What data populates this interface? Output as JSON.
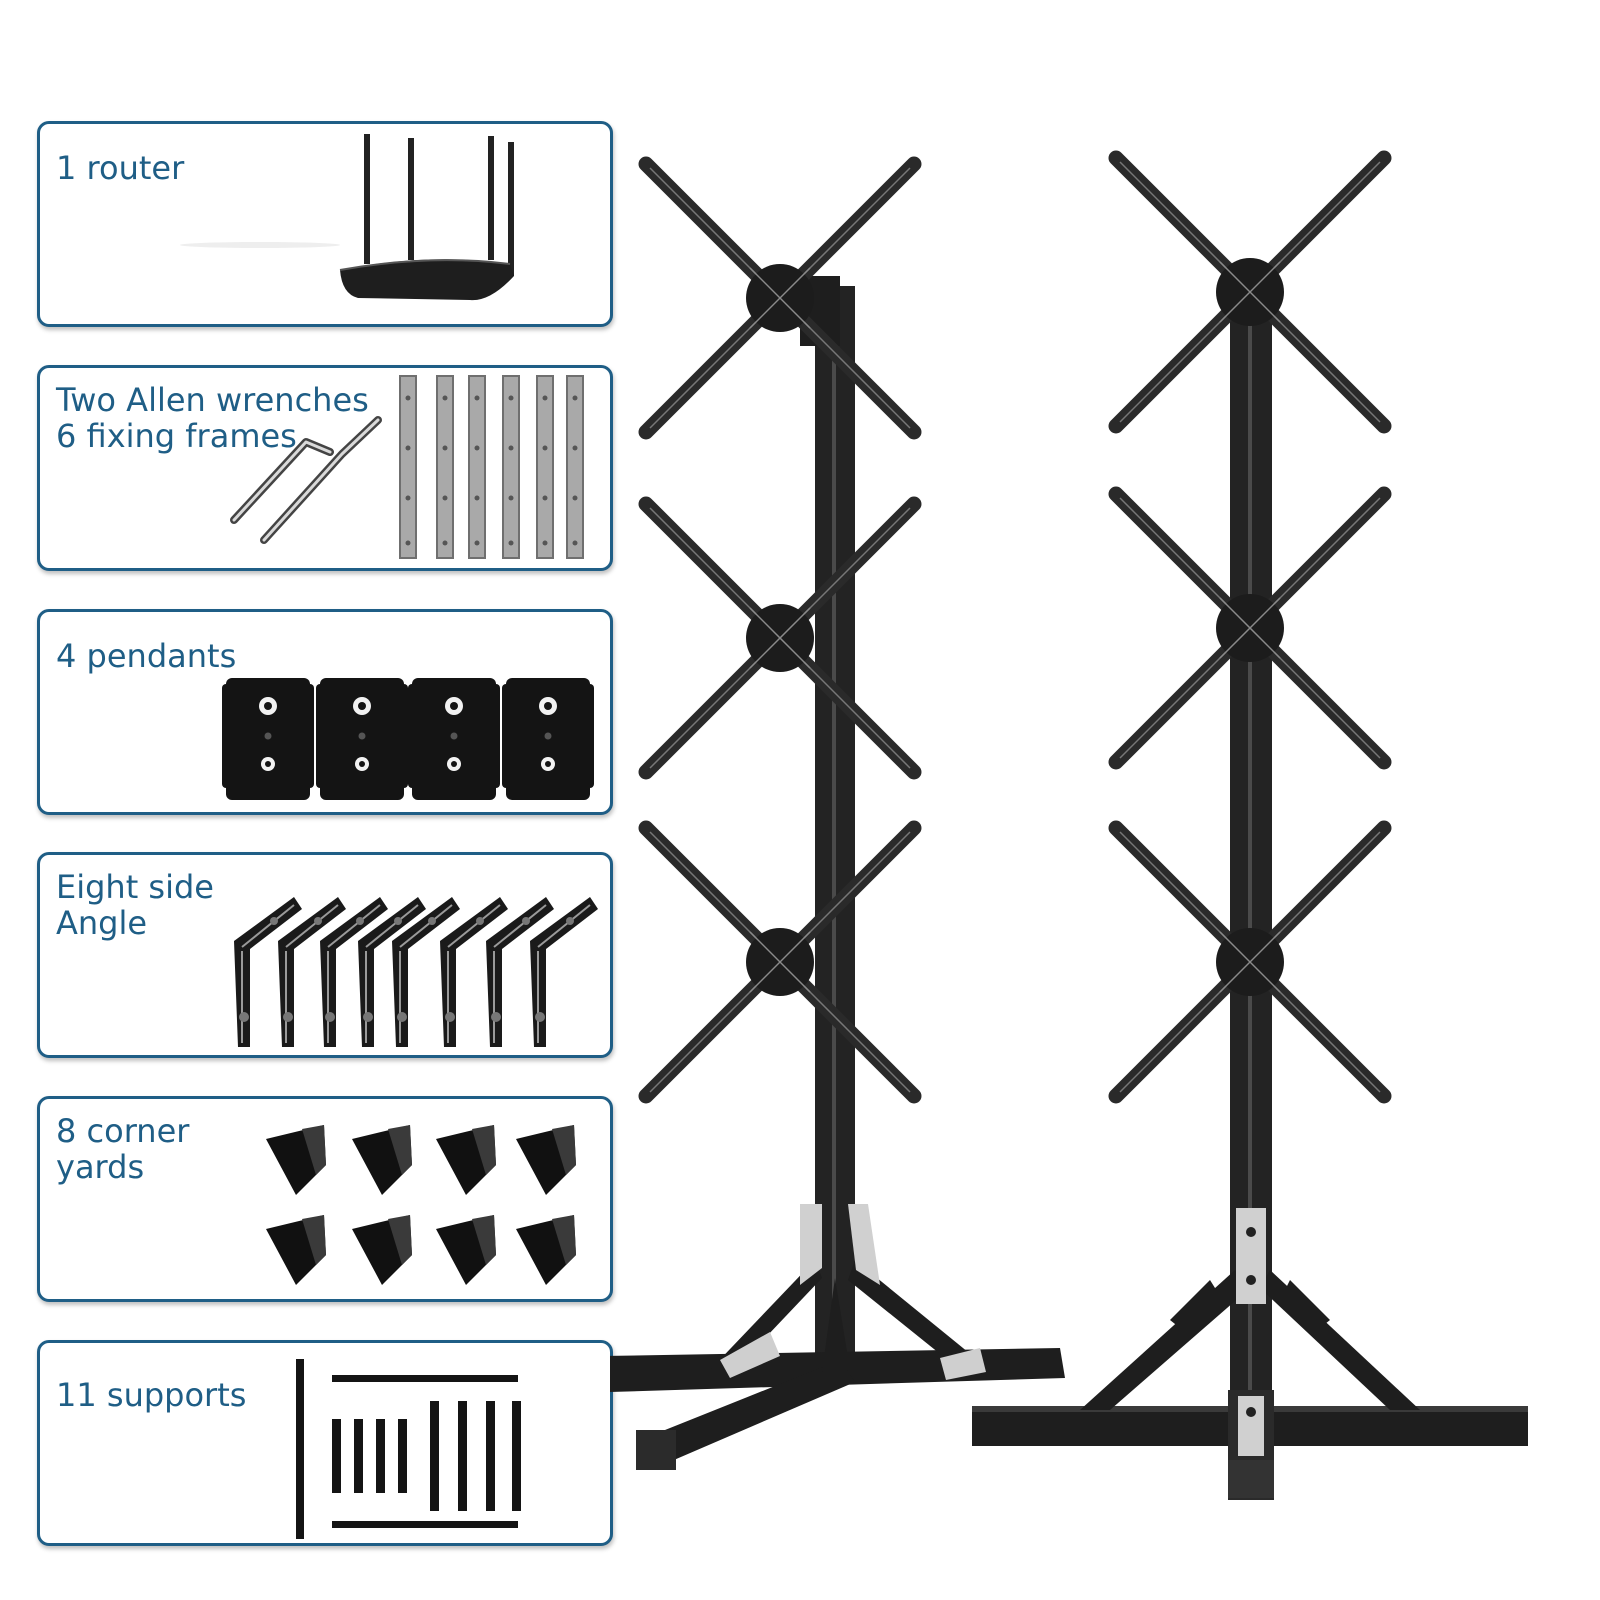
{
  "accent_color": "#1f5e86",
  "items": [
    {
      "icon": "router-icon",
      "lines": [
        "1 router"
      ]
    },
    {
      "icon": "allen-wrench-and-frame-icon",
      "lines": [
        "Two Allen wrenches",
        "6 fixing frames"
      ]
    },
    {
      "icon": "pendant-icon",
      "lines": [
        "4 pendants"
      ]
    },
    {
      "icon": "side-angle-bracket-icon",
      "lines": [
        "Eight side",
        "Angle"
      ]
    },
    {
      "icon": "corner-yard-icon",
      "lines": [
        "8 corner",
        "yards"
      ]
    },
    {
      "icon": "support-bar-icon",
      "lines": [
        "11 supports"
      ]
    }
  ],
  "product": {
    "icon": "hologram-fan-stand-icon"
  }
}
